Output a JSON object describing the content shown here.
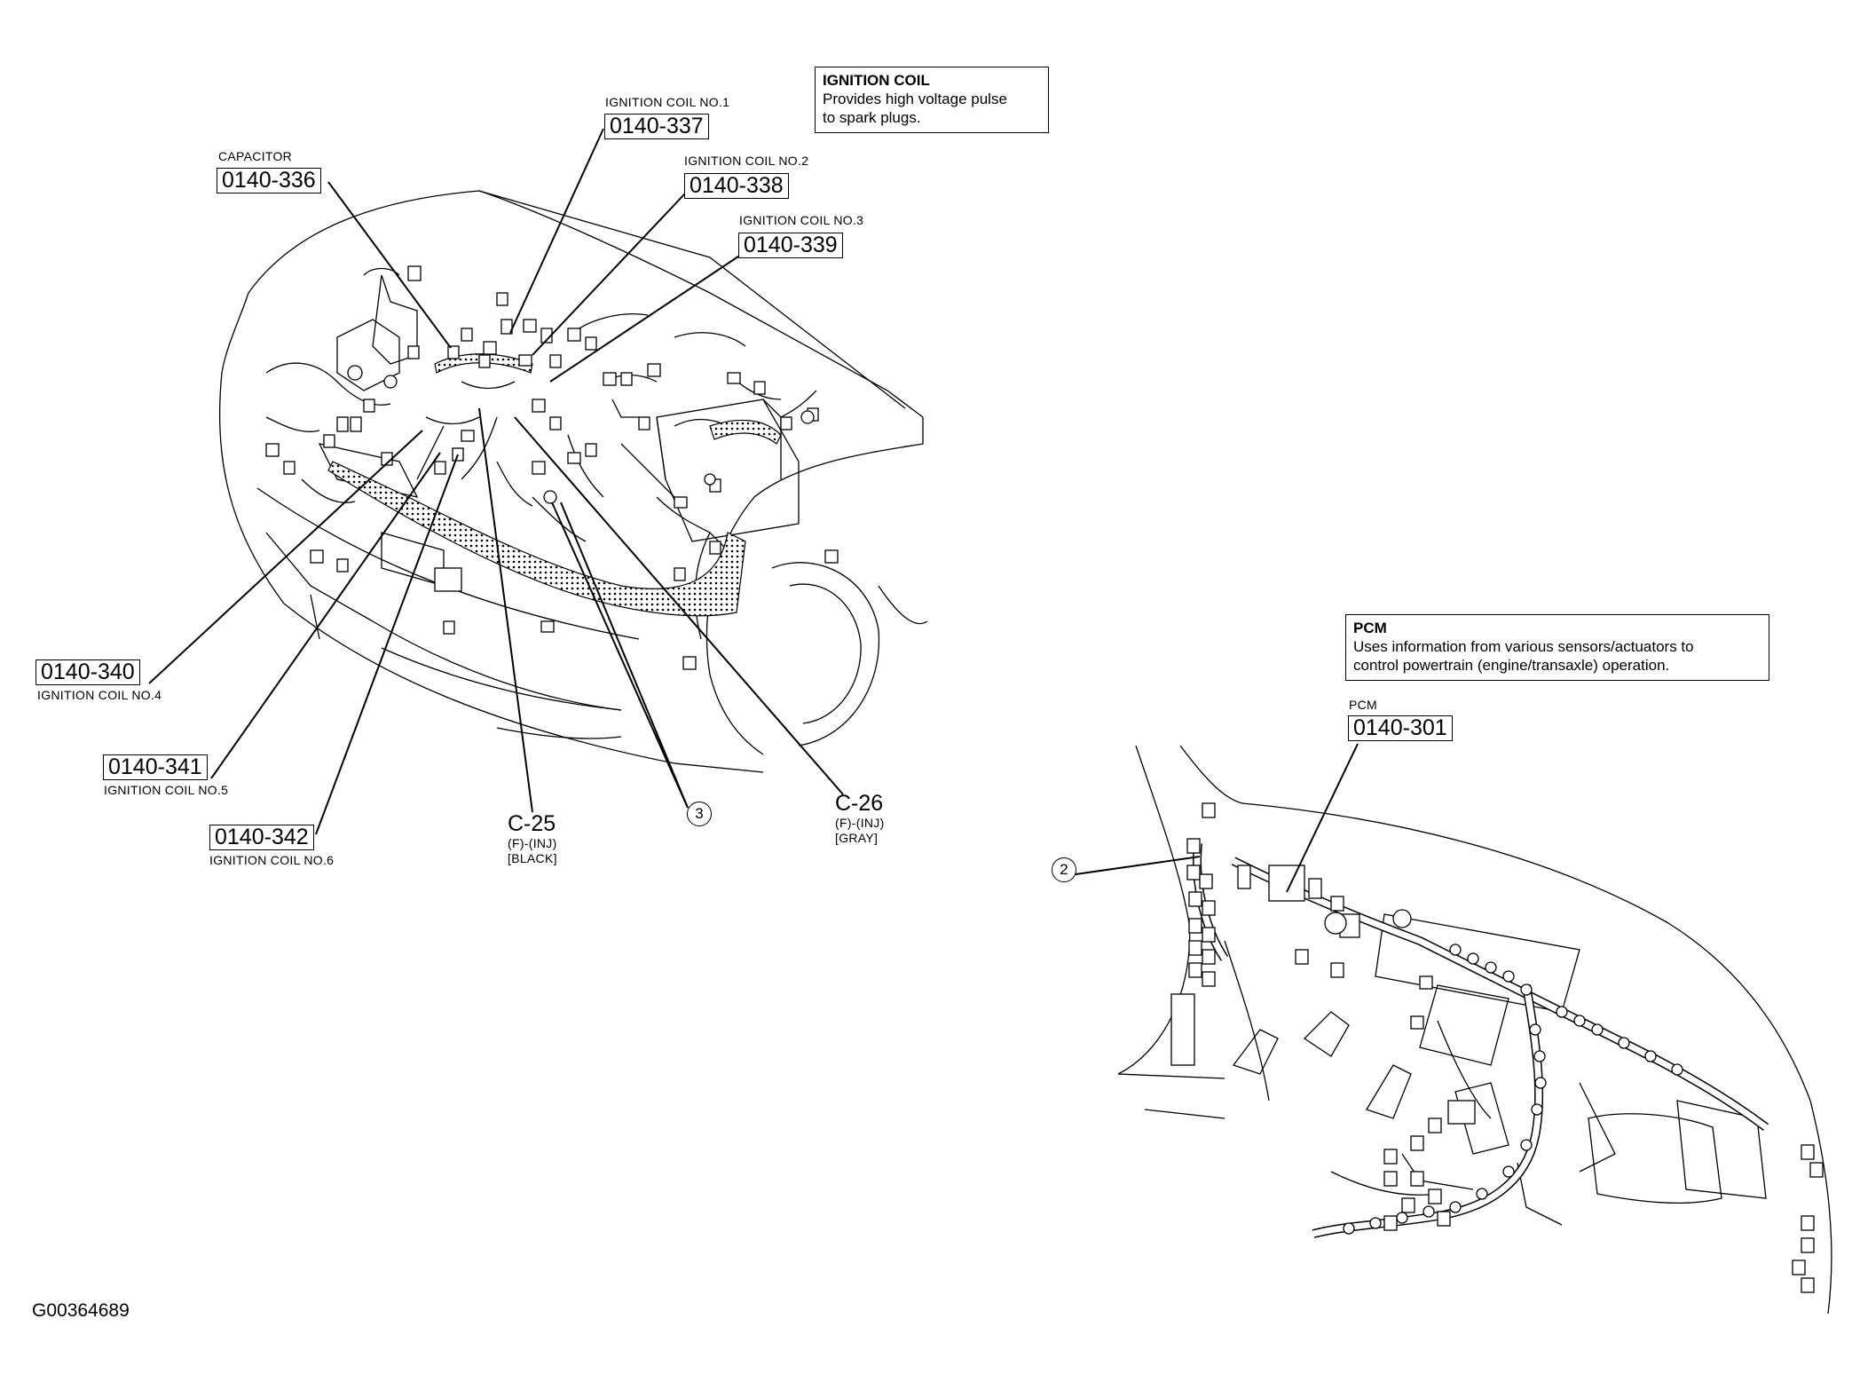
{
  "figure_id": "G00364689",
  "info_boxes": {
    "ignition_coil": {
      "title": "IGNITION COIL",
      "line1": "Provides high voltage pulse",
      "line2": "to spark plugs."
    },
    "pcm": {
      "title": "PCM",
      "line1": "Uses information from various sensors/actuators to",
      "line2": "control powertrain (engine/transaxle) operation."
    }
  },
  "components": {
    "capacitor": {
      "name": "CAPACITOR",
      "code": "0140-336"
    },
    "coil1": {
      "name": "IGNITION COIL NO.1",
      "code": "0140-337"
    },
    "coil2": {
      "name": "IGNITION COIL NO.2",
      "code": "0140-338"
    },
    "coil3": {
      "name": "IGNITION COIL NO.3",
      "code": "0140-339"
    },
    "coil4": {
      "name": "IGNITION COIL NO.4",
      "code": "0140-340"
    },
    "coil5": {
      "name": "IGNITION COIL NO.5",
      "code": "0140-341"
    },
    "coil6": {
      "name": "IGNITION COIL NO.6",
      "code": "0140-342"
    },
    "pcm": {
      "name": "PCM",
      "code": "0140-301"
    }
  },
  "connectors": {
    "c25": {
      "id": "C-25",
      "type": "(F)-(INJ)",
      "color": "[BLACK]"
    },
    "c26": {
      "id": "C-26",
      "type": "(F)-(INJ)",
      "color": "[GRAY]"
    }
  },
  "callouts": {
    "engine_ground": "3",
    "dash_ground": "2"
  }
}
